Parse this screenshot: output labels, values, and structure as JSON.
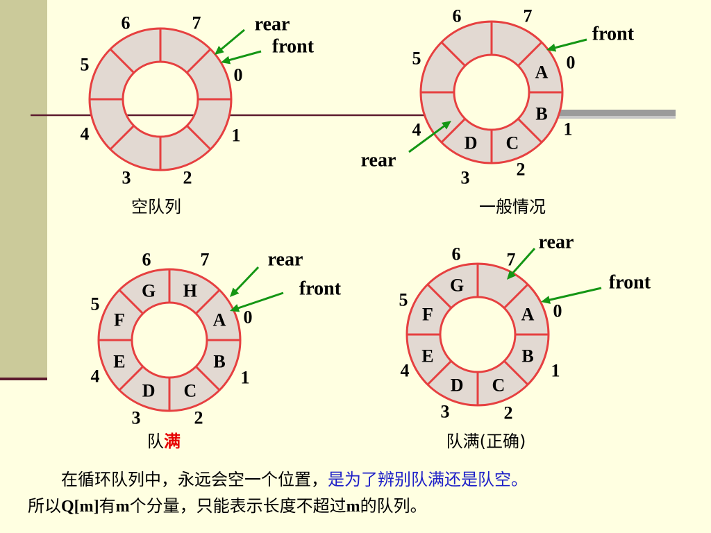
{
  "colors": {
    "ring_fill": "#E2D9D2",
    "ring_stroke": "#E64040",
    "arrow": "#149614",
    "highlight": "#E60000",
    "sidebar": "#CBCA9A",
    "accent_text": "#1E20C8"
  },
  "diagrams": [
    {
      "key": "empty",
      "numbers": [
        "0",
        "1",
        "2",
        "3",
        "4",
        "5",
        "6",
        "7"
      ],
      "cells": [
        "",
        "",
        "",
        "",
        "",
        "",
        "",
        ""
      ],
      "rear_label": "rear",
      "front_label": "front",
      "caption": "空队列"
    },
    {
      "key": "general",
      "numbers": [
        "0",
        "1",
        "2",
        "3",
        "4",
        "5",
        "6",
        "7"
      ],
      "cells": [
        "A",
        "B",
        "C",
        "D",
        "",
        "",
        "",
        ""
      ],
      "rear_label": "rear",
      "front_label": "front",
      "caption": "一般情况"
    },
    {
      "key": "full",
      "numbers": [
        "0",
        "1",
        "2",
        "3",
        "4",
        "5",
        "6",
        "7"
      ],
      "cells": [
        "A",
        "B",
        "C",
        "D",
        "E",
        "F",
        "G",
        "H"
      ],
      "rear_label": "rear",
      "front_label": "front",
      "caption_part1": "队",
      "caption_part2": "满"
    },
    {
      "key": "full_correct",
      "numbers": [
        "0",
        "1",
        "2",
        "3",
        "4",
        "5",
        "6",
        "7"
      ],
      "cells": [
        "A",
        "B",
        "C",
        "D",
        "E",
        "F",
        "G",
        ""
      ],
      "rear_label": "rear",
      "front_label": "front",
      "caption": "队满(正确)"
    }
  ],
  "footer": {
    "line1_black": "在循环队列中，永远会空一个位置，",
    "line1_blue": "是为了辨别队满还是队空。",
    "line2_a": "所以",
    "line2_b": "Q[m]",
    "line2_c": "有",
    "line2_d": "m",
    "line2_e": "个分量，只能表示长度不超过",
    "line2_f": "m",
    "line2_g": "的队列。"
  }
}
